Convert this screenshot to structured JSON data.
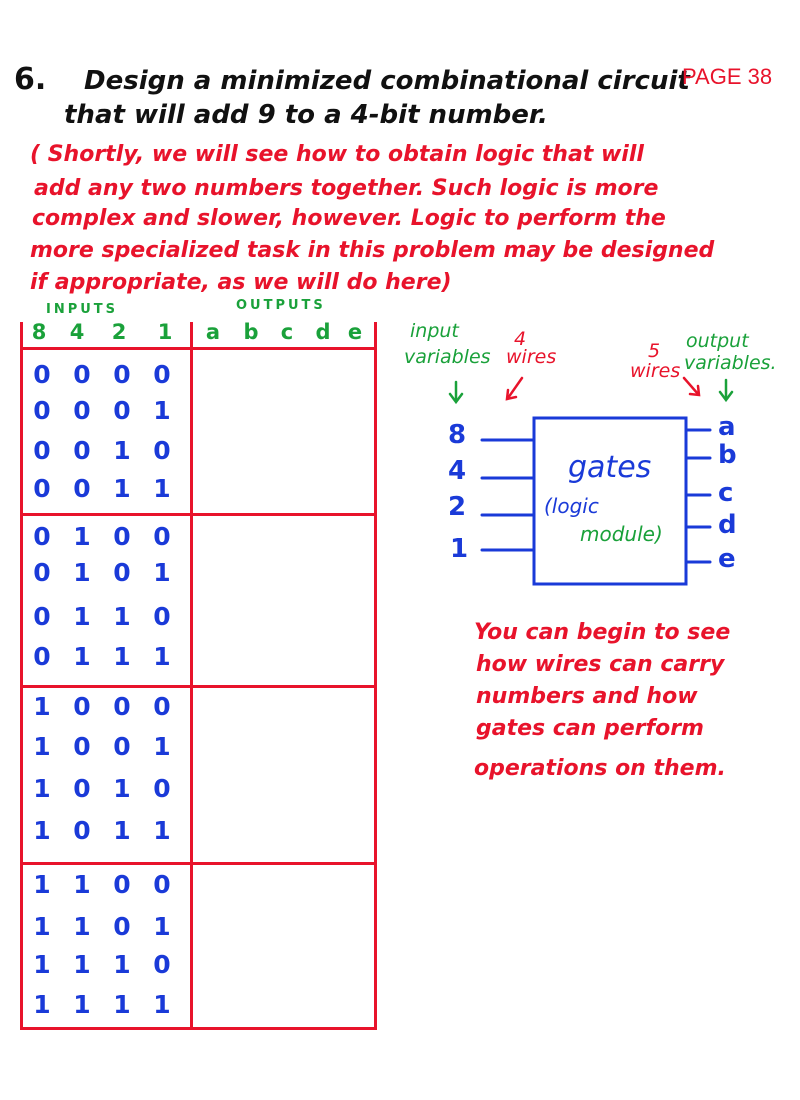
{
  "problem": {
    "number": "6.",
    "line1": "Design a minimized combinational circuit",
    "line2": "that will add 9 to a 4-bit number."
  },
  "page_label": "PAGE 38",
  "note_lines": [
    "( Shortly, we will see how to obtain logic that will",
    "add any two numbers together. Such logic is more",
    "complex and slower, however. Logic to perform the",
    "more specialized task in this problem may be designed",
    "if appropriate, as we will do here)"
  ],
  "table": {
    "inputs_label": "INPUTS",
    "outputs_label": "OUTPUTS",
    "input_headers": [
      "8",
      "4",
      "2",
      "1"
    ],
    "output_headers": [
      "a",
      "b",
      "c",
      "d",
      "e"
    ],
    "rows": [
      [
        "0",
        "0",
        "0",
        "0"
      ],
      [
        "0",
        "0",
        "0",
        "1"
      ],
      [
        "0",
        "0",
        "1",
        "0"
      ],
      [
        "0",
        "0",
        "1",
        "1"
      ],
      [
        "0",
        "1",
        "0",
        "0"
      ],
      [
        "0",
        "1",
        "0",
        "1"
      ],
      [
        "0",
        "1",
        "1",
        "0"
      ],
      [
        "0",
        "1",
        "1",
        "1"
      ],
      [
        "1",
        "0",
        "0",
        "0"
      ],
      [
        "1",
        "0",
        "0",
        "1"
      ],
      [
        "1",
        "0",
        "1",
        "0"
      ],
      [
        "1",
        "0",
        "1",
        "1"
      ],
      [
        "1",
        "1",
        "0",
        "0"
      ],
      [
        "1",
        "1",
        "0",
        "1"
      ],
      [
        "1",
        "1",
        "1",
        "0"
      ],
      [
        "1",
        "1",
        "1",
        "1"
      ]
    ]
  },
  "diagram": {
    "input_label_1": "input",
    "input_label_2": "variables",
    "input_wires_count": "4",
    "input_wires_word": "wires",
    "output_wires_count": "5",
    "output_wires_word": "wires",
    "output_label_1": "output",
    "output_label_2": "variables.",
    "input_pins": [
      "8",
      "4",
      "2",
      "1"
    ],
    "output_pins": [
      "a",
      "b",
      "c",
      "d",
      "e"
    ],
    "box_title": "gates",
    "box_sub1": "(logic",
    "box_sub2": "module)",
    "colors": {
      "input": "#1aa13a",
      "wires": "#e8132b",
      "gates": "#1a3ad8"
    }
  },
  "side_note_lines": [
    "You can begin to see",
    "how wires can carry",
    "numbers and how",
    "gates can perform",
    "operations on them."
  ]
}
